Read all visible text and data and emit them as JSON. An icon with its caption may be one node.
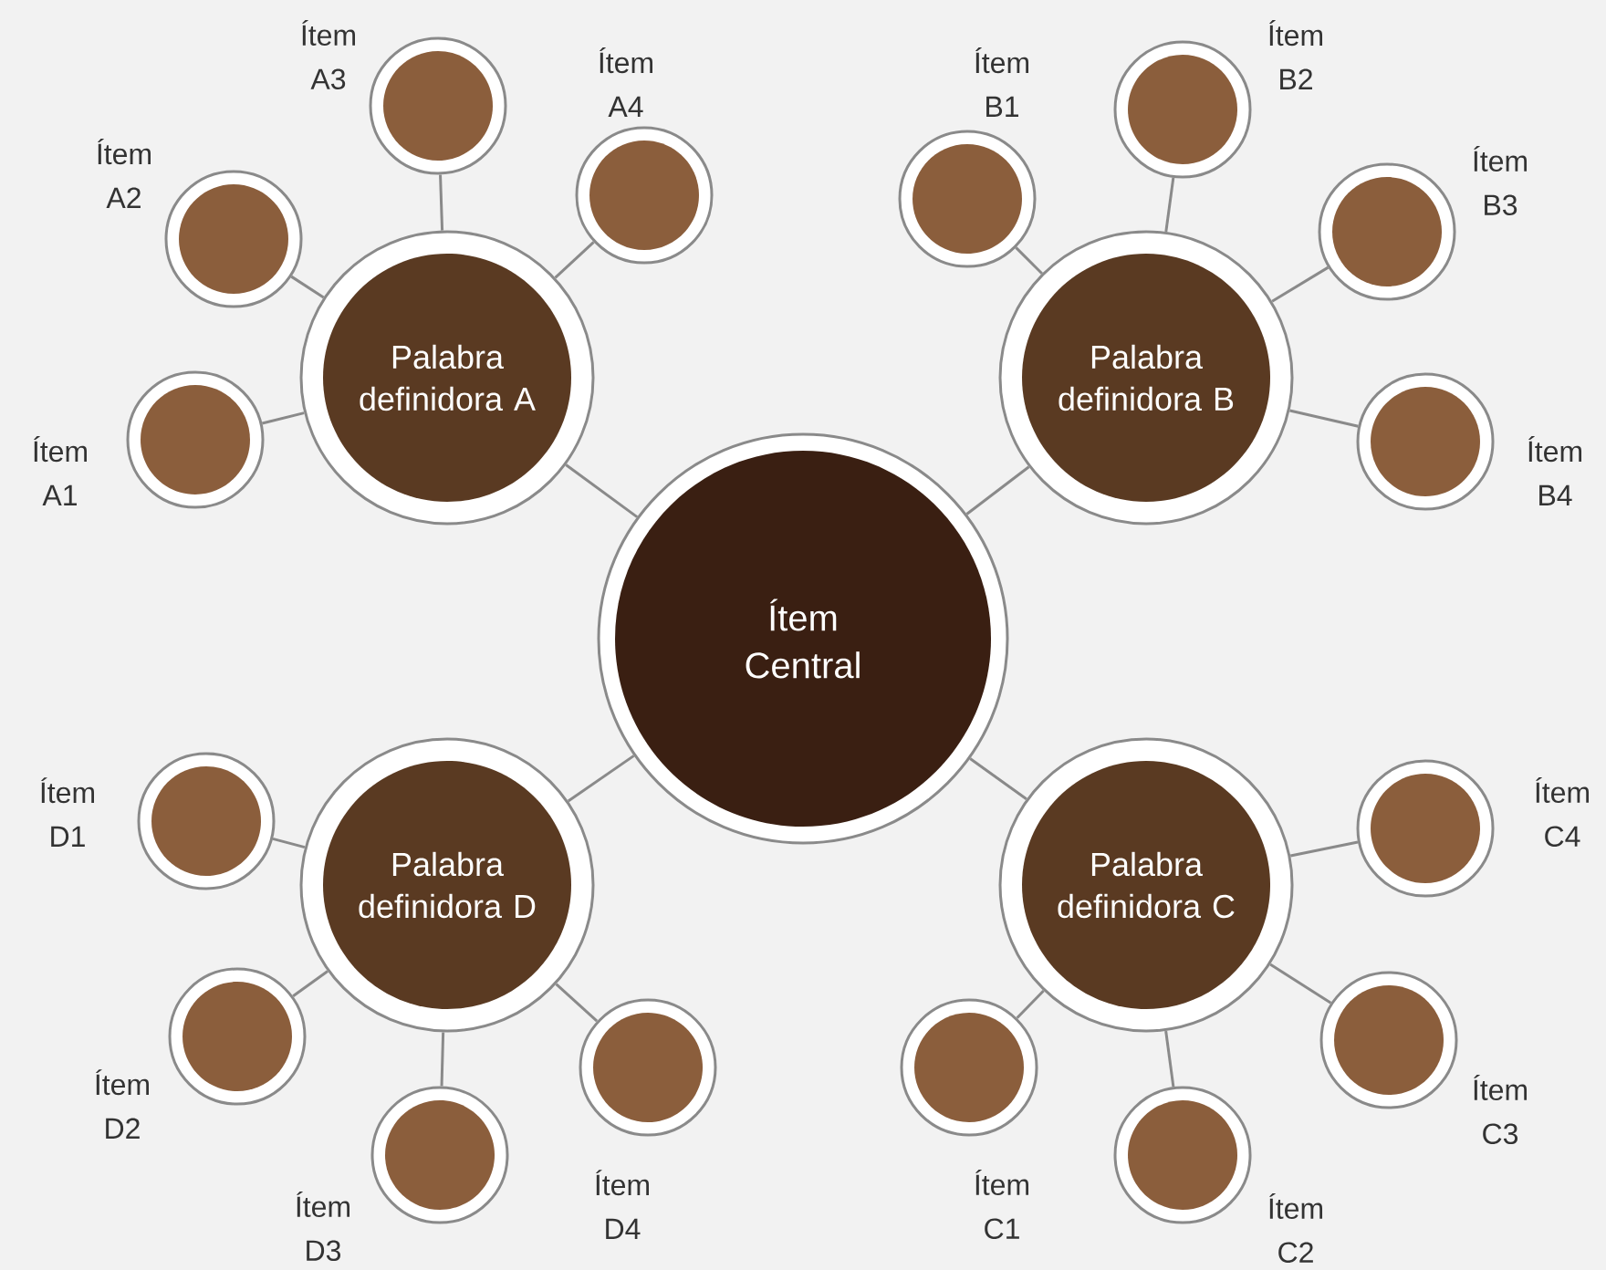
{
  "diagram": {
    "nodes": [
      {
        "text": [
          "Ítem Central"
        ]
      },
      {
        "text": [
          "Palabra definidora A"
        ]
      },
      {
        "text": [
          "Palabra definidora B"
        ]
      },
      {
        "text": [
          "Palabra definidora C"
        ]
      },
      {
        "text": [
          "Palabra definidora D"
        ]
      },
      {
        "text": [],
        "shape": "circle",
        "beside": [
          "Ítem A1"
        ]
      },
      {
        "text": [],
        "shape": "circle",
        "beside": [
          "Ítem A2"
        ]
      },
      {
        "text": [],
        "shape": "circle",
        "beside": [
          "Ítem A3"
        ]
      },
      {
        "text": [],
        "shape": "circle",
        "beside": [
          "Ítem A4"
        ]
      },
      {
        "text": [],
        "shape": "circle",
        "beside": [
          "Ítem B1"
        ]
      },
      {
        "text": [],
        "shape": "circle",
        "beside": [
          "Ítem B2"
        ]
      },
      {
        "text": [],
        "shape": "circle",
        "beside": [
          "Ítem B3"
        ]
      },
      {
        "text": [],
        "shape": "circle",
        "beside": [
          "Ítem B4"
        ]
      },
      {
        "text": [],
        "shape": "circle",
        "beside": [
          "Ítem C1"
        ]
      },
      {
        "text": [],
        "shape": "circle",
        "beside": [
          "Ítem C2"
        ]
      },
      {
        "text": [],
        "shape": "circle",
        "beside": [
          "Ítem C3"
        ]
      },
      {
        "text": [],
        "shape": "circle",
        "beside": [
          "Ítem C4"
        ]
      },
      {
        "text": [],
        "shape": "circle",
        "beside": [
          "Ítem D1"
        ]
      },
      {
        "text": [],
        "shape": "circle",
        "beside": [
          "Ítem D2"
        ]
      },
      {
        "text": [],
        "shape": "circle",
        "beside": [
          "Ítem D3"
        ]
      },
      {
        "text": [],
        "shape": "circle",
        "beside": [
          "Ítem D4"
        ]
      }
    ],
    "edges": [
      {
        "from": 0,
        "to": 1,
        "arrow": "none"
      },
      {
        "from": 0,
        "to": 2,
        "arrow": "none"
      },
      {
        "from": 0,
        "to": 3,
        "arrow": "none"
      },
      {
        "from": 0,
        "to": 4,
        "arrow": "none"
      },
      {
        "from": 1,
        "to": 5,
        "arrow": "none"
      },
      {
        "from": 1,
        "to": 6,
        "arrow": "none"
      },
      {
        "from": 1,
        "to": 7,
        "arrow": "none"
      },
      {
        "from": 1,
        "to": 8,
        "arrow": "none"
      },
      {
        "from": 2,
        "to": 9,
        "arrow": "none"
      },
      {
        "from": 2,
        "to": 10,
        "arrow": "none"
      },
      {
        "from": 2,
        "to": 11,
        "arrow": "none"
      },
      {
        "from": 2,
        "to": 12,
        "arrow": "none"
      },
      {
        "from": 3,
        "to": 13,
        "arrow": "none"
      },
      {
        "from": 3,
        "to": 14,
        "arrow": "none"
      },
      {
        "from": 3,
        "to": 15,
        "arrow": "none"
      },
      {
        "from": 3,
        "to": 16,
        "arrow": "none"
      },
      {
        "from": 4,
        "to": 17,
        "arrow": "none"
      },
      {
        "from": 4,
        "to": 18,
        "arrow": "none"
      },
      {
        "from": 4,
        "to": 19,
        "arrow": "none"
      },
      {
        "from": 4,
        "to": 20,
        "arrow": "none"
      }
    ]
  }
}
